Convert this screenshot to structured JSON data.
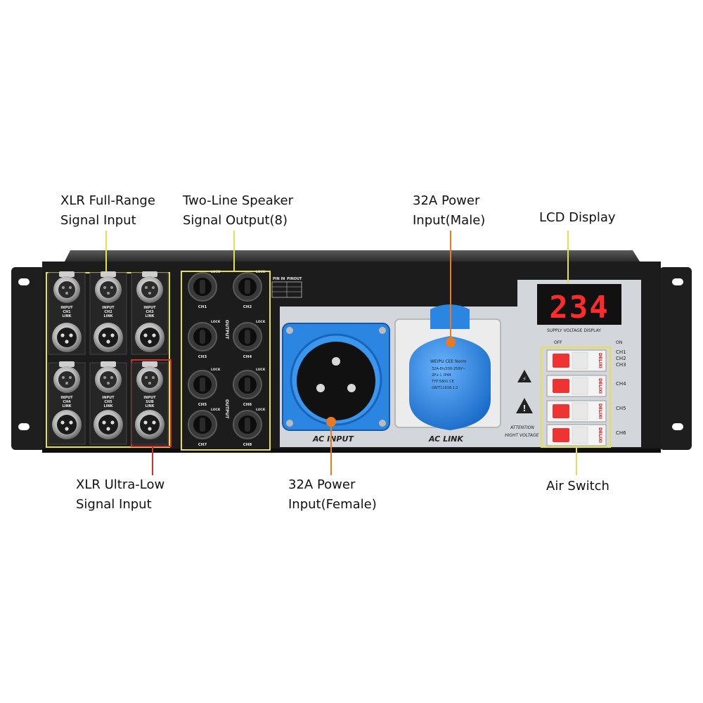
{
  "callouts": {
    "xlr_full_range": [
      "XLR Full-Range",
      "Signal Input"
    ],
    "two_line_speaker": [
      "Two-Line Speaker",
      "Signal Output(8)"
    ],
    "power_male": [
      "32A Power",
      "Input(Male)"
    ],
    "lcd_display": [
      "LCD Display"
    ],
    "xlr_ultra_low": [
      "XLR Ultra-Low",
      "Signal Input"
    ],
    "power_female": [
      "32A Power",
      "Input(Female)"
    ],
    "air_switch": [
      "Air Switch"
    ]
  },
  "panel": {
    "xlr_labels": [
      [
        "INPUT",
        "CH1",
        "LINK"
      ],
      [
        "INPUT",
        "CH2",
        "LINK"
      ],
      [
        "INPUT",
        "CH3",
        "LINK"
      ],
      [
        "INPUT",
        "CH4",
        "LINK"
      ],
      [
        "INPUT",
        "CH5",
        "LINK"
      ],
      [
        "INPUT",
        "SUB",
        "LINK"
      ]
    ],
    "speakon_labels": [
      "CH1",
      "CH2",
      "CH3",
      "CH4",
      "CH5",
      "CH6",
      "CH7",
      "CH8"
    ],
    "speakon_lock": "LOCK",
    "output_label": "OUTPUT",
    "pin_in": "PIN IN",
    "pinout": "PINOUT",
    "ac_input": "AC INPUT",
    "ac_link": "AC LINK",
    "socket_lines": [
      "WEIPU CEE Norm",
      "32A-6h/200-250V~",
      "2P+⏚   IP44",
      "TYP:5801  CE",
      "GB/T11918.1.2"
    ],
    "lcd_value": "234",
    "lcd_caption": "SUPPLY VOLTAGE DISPLAY",
    "switch_off": "OFF",
    "switch_on": "ON",
    "breaker_brand": "DELIXI",
    "channel_groups": [
      [
        "CH1",
        "CH2",
        "CH3"
      ],
      [
        "CH4"
      ],
      [
        "CH5"
      ],
      [
        "CH6"
      ]
    ],
    "attention": [
      "ATTENTION",
      "HIGHT VOLTAGE"
    ]
  },
  "colors": {
    "chassis": "#1c1c1c",
    "faceplate": "#d3d7dc",
    "blue_connector": "#2a86e0",
    "yellow_frame": "#e8e04a",
    "red_frame": "#c83232",
    "orange_leader": "#e87a22",
    "lcd_red": "#ff2a2a",
    "breaker_red": "#ee3333"
  }
}
